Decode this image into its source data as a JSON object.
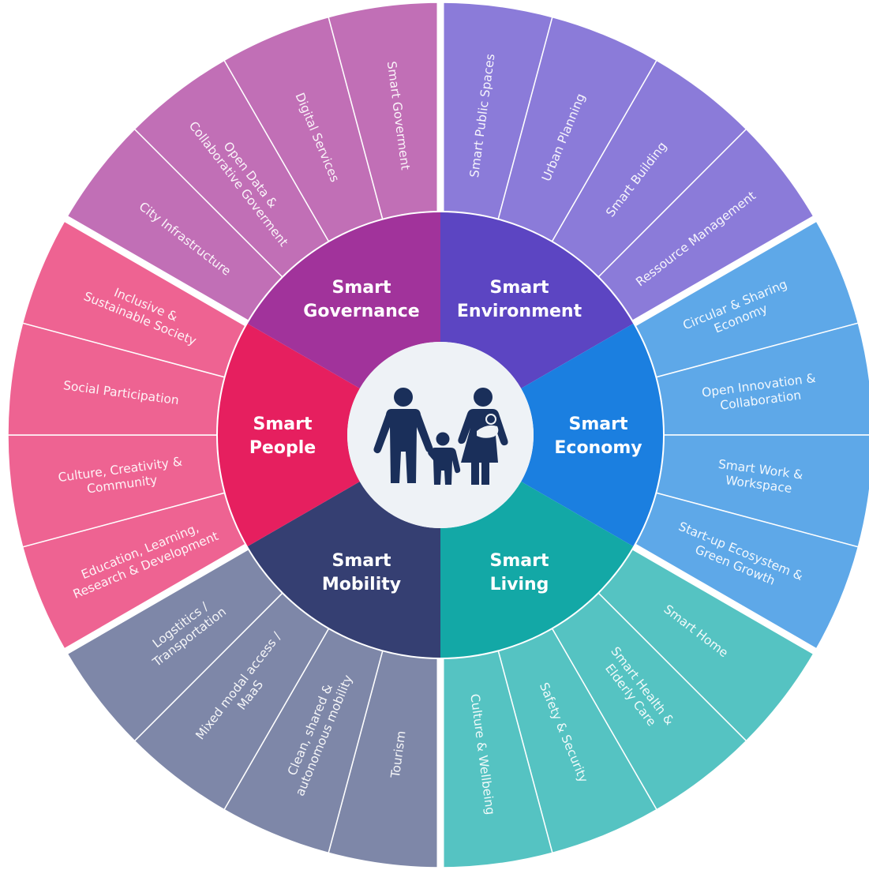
{
  "categories": [
    {
      "name": "Smart Environment",
      "lines": [
        "Smart",
        "Environment"
      ],
      "color": "#5c45c2",
      "outer_color": "#8b7bd9",
      "items": [
        {
          "lines": [
            "Smart Public Spaces"
          ]
        },
        {
          "lines": [
            "Urban Planning"
          ]
        },
        {
          "lines": [
            "Smart Building"
          ]
        },
        {
          "lines": [
            "Ressource Management"
          ]
        }
      ]
    },
    {
      "name": "Smart Economy",
      "lines": [
        "Smart",
        "Economy"
      ],
      "color": "#1b7fe0",
      "outer_color": "#5ea8e8",
      "items": [
        {
          "lines": [
            "Circular & Sharing",
            "Economy"
          ]
        },
        {
          "lines": [
            "Open Innovation &",
            "Collaboration"
          ]
        },
        {
          "lines": [
            "Smart Work &",
            "Workspace"
          ]
        },
        {
          "lines": [
            "Start-up Ecosystem &",
            "Green Growth"
          ]
        }
      ]
    },
    {
      "name": "Smart Living",
      "lines": [
        "Smart",
        "Living"
      ],
      "color": "#13a8a6",
      "outer_color": "#55c3c2",
      "items": [
        {
          "lines": [
            "Smart Home"
          ]
        },
        {
          "lines": [
            "Smart Health &",
            "Elderly Care"
          ]
        },
        {
          "lines": [
            "Safety & Security"
          ]
        },
        {
          "lines": [
            "Culture & Wellbeing"
          ]
        }
      ]
    },
    {
      "name": "Smart Mobility",
      "lines": [
        "Smart",
        "Mobility"
      ],
      "color": "#353f72",
      "outer_color": "#7e87a8",
      "items": [
        {
          "lines": [
            "Tourism"
          ]
        },
        {
          "lines": [
            "Clean, shared &",
            "autonomous mobility"
          ]
        },
        {
          "lines": [
            "Mixed modal access /",
            "MaaS"
          ]
        },
        {
          "lines": [
            "Logstitics /",
            "Transportation"
          ]
        }
      ]
    },
    {
      "name": "Smart People",
      "lines": [
        "Smart",
        "People"
      ],
      "color": "#e61f5f",
      "outer_color": "#ee6392",
      "items": [
        {
          "lines": [
            "Education, Learning,",
            "Research & Development"
          ]
        },
        {
          "lines": [
            "Culture, Creativity &",
            "Community"
          ]
        },
        {
          "lines": [
            "Social Participation"
          ]
        },
        {
          "lines": [
            "Inclusive &",
            "Sustainable Society"
          ]
        }
      ]
    },
    {
      "name": "Smart Governance",
      "lines": [
        "Smart",
        "Governance"
      ],
      "color": "#a1339b",
      "outer_color": "#c16fb6",
      "items": [
        {
          "lines": [
            "City Infrastructure"
          ]
        },
        {
          "lines": [
            "Open Data &",
            "Collaborative Goverment"
          ]
        },
        {
          "lines": [
            "Digital Services"
          ]
        },
        {
          "lines": [
            "Smart Goverment"
          ]
        }
      ]
    }
  ],
  "center": {
    "icon": "family-icon",
    "background": "#eef2f6",
    "icon_color": "#1a2f5a"
  }
}
